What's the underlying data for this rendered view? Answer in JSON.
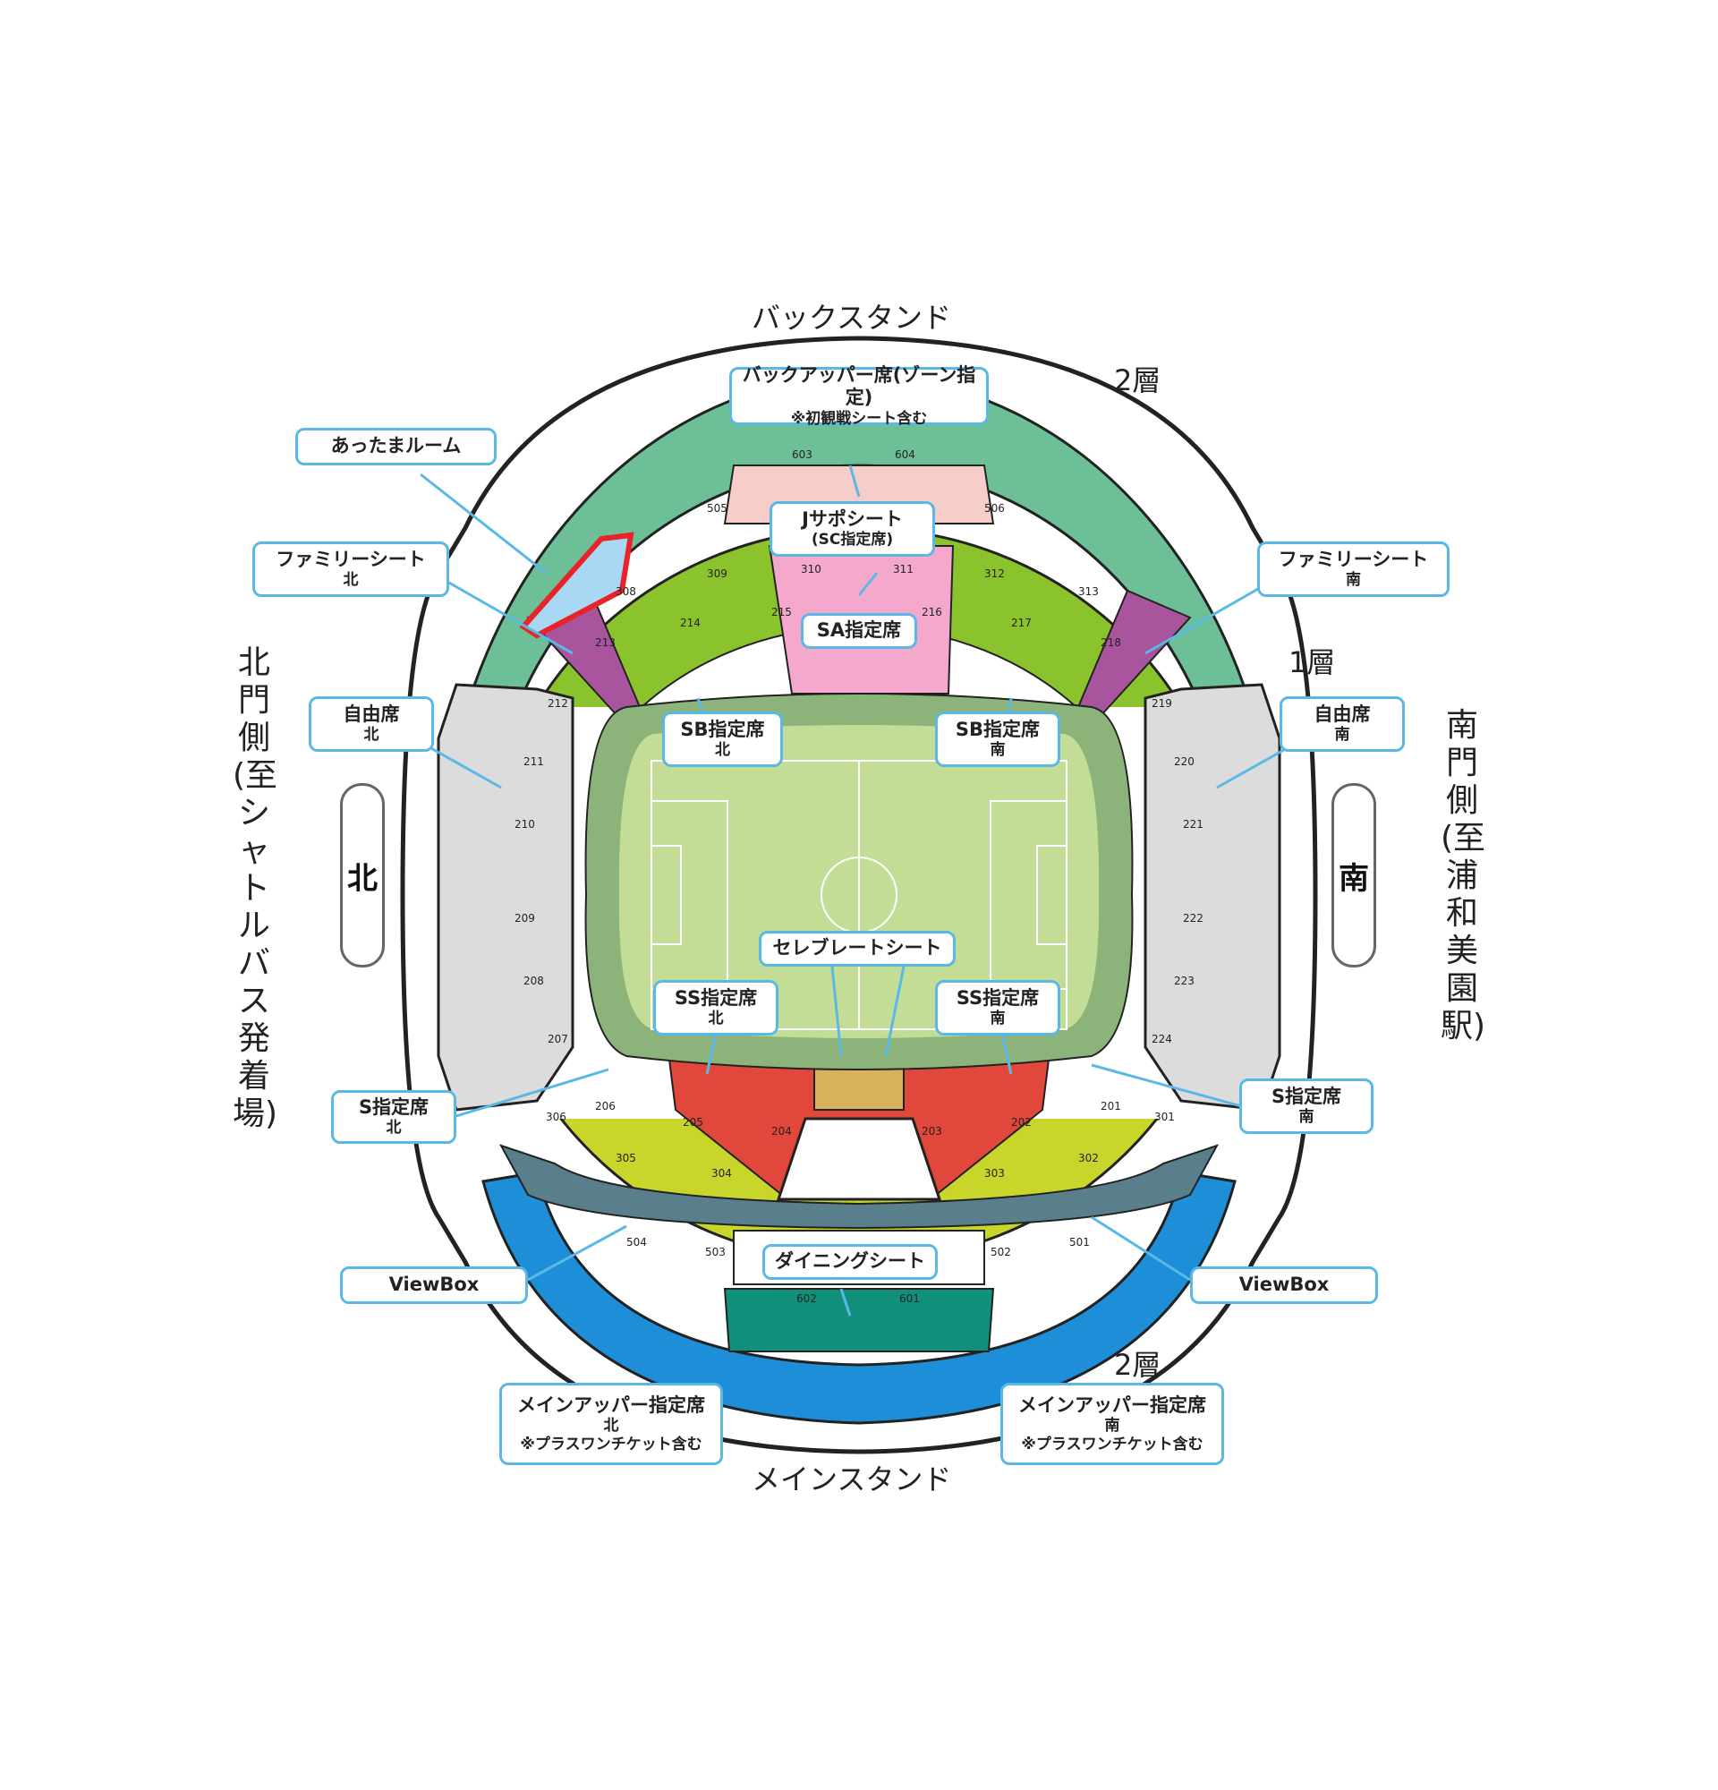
{
  "stands": {
    "back": "バックスタンド",
    "main": "メインスタンド",
    "tier2_top": "2層",
    "tier1": "1層",
    "tier2_bottom": "2層"
  },
  "gates": {
    "north_side": "北門側(至シャトルバス発着場)",
    "south_side": "南門側(至浦和美園駅)",
    "north": "北",
    "south": "南"
  },
  "labels": {
    "back_upper": {
      "main": "バックアッパー席(ゾーン指定)",
      "sub": "※初観戦シート含む"
    },
    "attama": {
      "main": "あったまルーム"
    },
    "j_supo": {
      "main": "Jサポシート",
      "sub": "(SC指定席)"
    },
    "family_north": {
      "main": "ファミリーシート",
      "sub": "北"
    },
    "family_south": {
      "main": "ファミリーシート",
      "sub": "南"
    },
    "sa": {
      "main": "SA指定席"
    },
    "free_north": {
      "main": "自由席",
      "sub": "北"
    },
    "free_south": {
      "main": "自由席",
      "sub": "南"
    },
    "sb_north": {
      "main": "SB指定席",
      "sub": "北"
    },
    "sb_south": {
      "main": "SB指定席",
      "sub": "南"
    },
    "celebrate": {
      "main": "セレブレートシート"
    },
    "ss_north": {
      "main": "SS指定席",
      "sub": "北"
    },
    "ss_south": {
      "main": "SS指定席",
      "sub": "南"
    },
    "s_north": {
      "main": "S指定席",
      "sub": "北"
    },
    "s_south": {
      "main": "S指定席",
      "sub": "南"
    },
    "viewbox_left": {
      "main": "ViewBox"
    },
    "viewbox_right": {
      "main": "ViewBox"
    },
    "dining": {
      "main": "ダイニングシート"
    },
    "main_upper_north": {
      "main": "メインアッパー指定席",
      "mid": "北",
      "sub": "※プラスワンチケット含む"
    },
    "main_upper_south": {
      "main": "メインアッパー指定席",
      "mid": "南",
      "sub": "※プラスワンチケット含む"
    }
  },
  "section_numbers": [
    "603",
    "604",
    "505",
    "506",
    "308",
    "309",
    "310",
    "311",
    "312",
    "313",
    "214",
    "215",
    "216",
    "217",
    "213",
    "218",
    "212",
    "219",
    "211",
    "220",
    "210",
    "221",
    "209",
    "222",
    "208",
    "223",
    "207",
    "224",
    "206",
    "201",
    "205",
    "204",
    "203",
    "202",
    "306",
    "301",
    "305",
    "302",
    "304",
    "303",
    "504",
    "503",
    "502",
    "501",
    "602",
    "601"
  ],
  "colors": {
    "back_upper": "#6dbf98",
    "back_upper_pink": "#f6cdc9",
    "sc": "#f4a9cc",
    "sb_green": "#8bc32d",
    "family_purple": "#a8559e",
    "free_gray": "#dcdcdc",
    "s_yellow": "#c8d62b",
    "ss_red": "#e2473c",
    "celebrate_gold": "#d9b05c",
    "main_upper_blue": "#1f8ed8",
    "dining_teal": "#10907a",
    "viewbox_gray": "#5a7f8c",
    "attama_blue": "#a8d8f3",
    "attama_border": "#e8242a",
    "pitch_outer": "#8cb37a",
    "pitch_inner": "#c3dd96",
    "label_border": "#5ab8e6"
  }
}
